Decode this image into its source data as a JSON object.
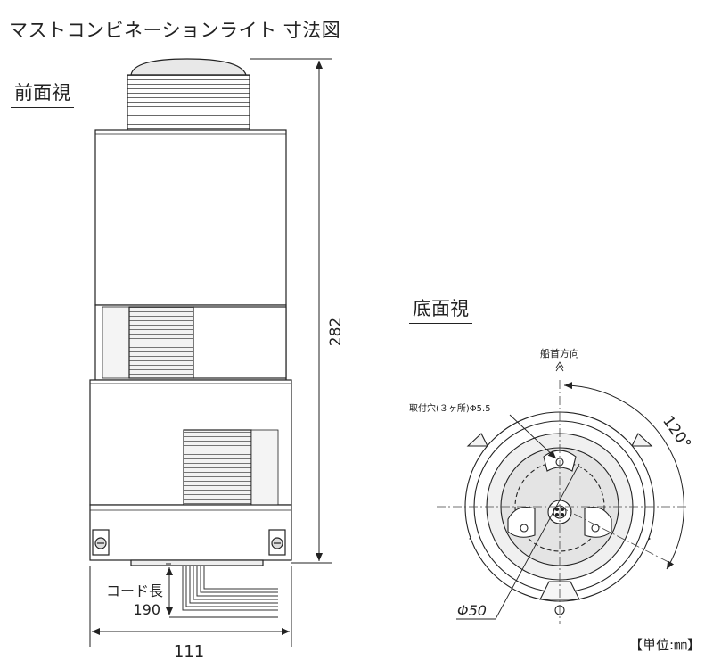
{
  "title": "マストコンビネーションライト 寸法図",
  "views": {
    "front_label": "前面視",
    "bottom_label": "底面視"
  },
  "dimensions": {
    "height": "282",
    "width": "111",
    "cord_length_label": "コード長",
    "cord_length": "190",
    "diameter": "Φ50",
    "angle": "120°"
  },
  "annotations": {
    "bow_direction": "船首方向",
    "mounting_holes": "取付穴(３ヶ所)Φ5.5"
  },
  "unit_note": "【単位:㎜】"
}
